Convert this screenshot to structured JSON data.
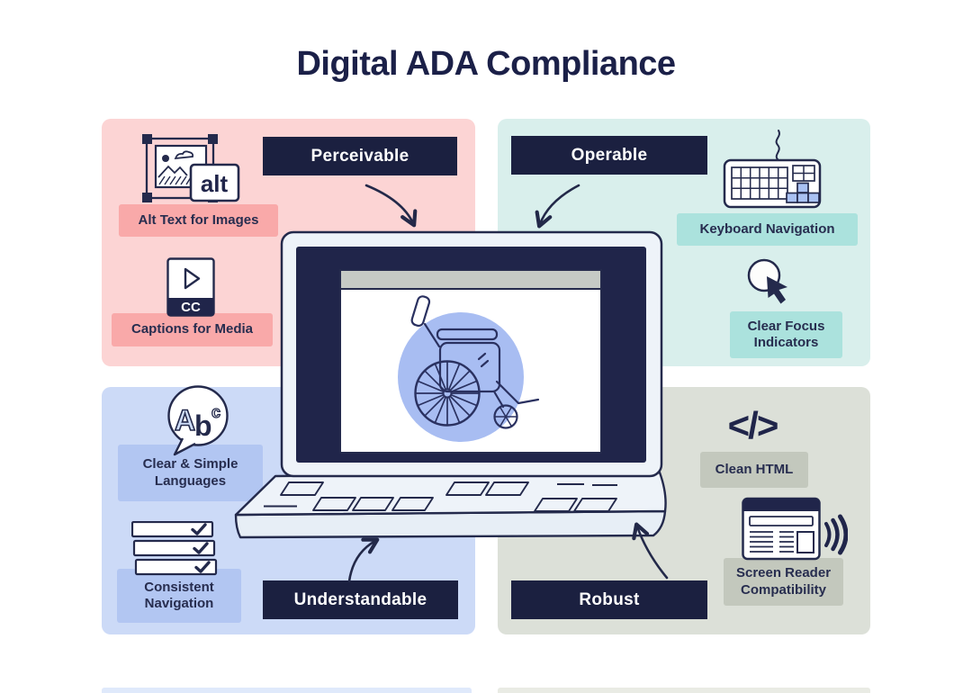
{
  "title": "Digital ADA Compliance",
  "palette": {
    "navy": "#1b2040",
    "text_navy": "#272d4f",
    "perceivable_bg": "#fcd4d4",
    "perceivable_label_bg": "#f9a9a9",
    "operable_bg": "#d9efec",
    "operable_label_bg": "#abe2dd",
    "understandable_bg": "#ccdaf7",
    "understandable_label_bg": "#b2c6f2",
    "robust_bg": "#dce0d8",
    "robust_label_bg": "#c3c8bd",
    "laptop_shell": "#eef3f9",
    "screen_blob": "#a8bdf2",
    "browser_bar": "#c5cac5"
  },
  "quadrants": {
    "perceivable": {
      "title": "Perceivable",
      "items": {
        "alt_text": "Alt Text for Images",
        "captions": "Captions for Media"
      }
    },
    "operable": {
      "title": "Operable",
      "items": {
        "keyboard": "Keyboard Navigation",
        "focus": "Clear Focus Indicators"
      }
    },
    "understandable": {
      "title": "Understandable",
      "items": {
        "language": "Clear & Simple Languages",
        "navigation": "Consistent Navigation"
      }
    },
    "robust": {
      "title": "Robust",
      "items": {
        "html": "Clean HTML",
        "screen_reader": "Screen Reader Compatibility"
      }
    }
  },
  "icon_text": {
    "alt_badge": "alt",
    "cc_badge": "CC",
    "abc_a": "A",
    "abc_b": "b",
    "abc_c": "c",
    "code": "</>"
  }
}
